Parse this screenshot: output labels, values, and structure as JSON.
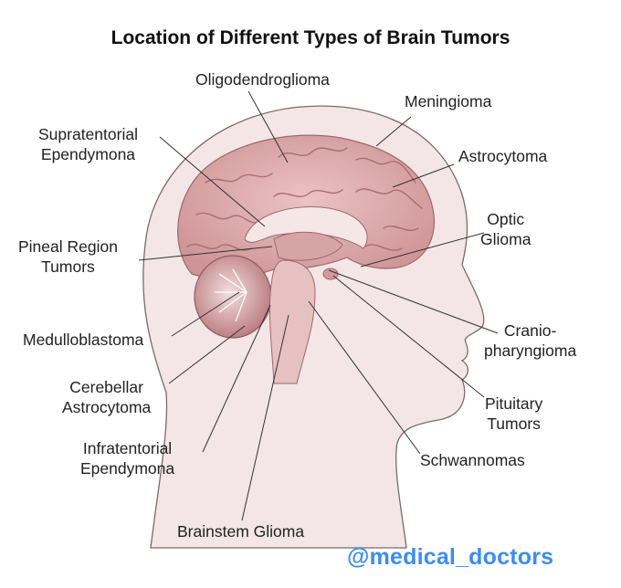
{
  "title": "Location of Different Types of Brain Tumors",
  "labels": {
    "oligodendroglioma": "Oligodendroglioma",
    "meningioma": "Meningioma",
    "supratentorial_ependymona": "Supratentorial\nEpendymona",
    "astrocytoma": "Astrocytoma",
    "optic_glioma": "Optic\nGlioma",
    "pineal_region_tumors": "Pineal Region\nTumors",
    "medulloblastoma": "Medulloblastoma",
    "craniopharyngioma": "Cranio-\npharyngioma",
    "cerebellar_astrocytoma": "Cerebellar\nAstrocytoma",
    "pituitary_tumors": "Pituitary\nTumors",
    "infratentorial_ependymona": "Infratentorial\nEpendymona",
    "schwannomas": "Schwannomas",
    "brainstem_glioma": "Brainstem Glioma"
  },
  "watermark": "@medical_doctors",
  "colors": {
    "head_fill": "#f4e6e6",
    "head_stroke": "#7a6b6b",
    "brain_fill": "#d9a3a5",
    "brain_dark": "#b97d80",
    "leader_line": "#333333",
    "watermark": "#3d8cf0"
  }
}
